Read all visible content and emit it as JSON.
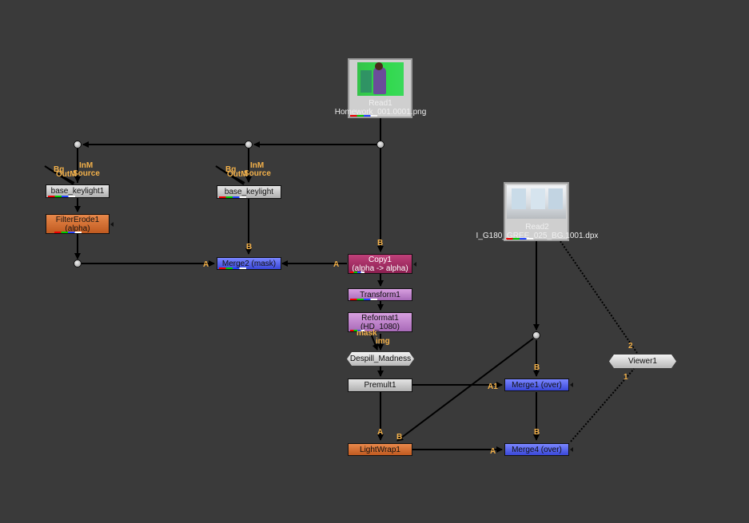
{
  "nodes": {
    "read1": {
      "label": "Read1",
      "file": "Homework_001.0001.png"
    },
    "read2": {
      "label": "Read2",
      "file": "I_G180_GREE_025_BG.1001.dpx"
    },
    "base_keylight1": {
      "label": "base_keylight1"
    },
    "base_keylight": {
      "label": "base_keylight"
    },
    "filter_erode1": {
      "label": "FilterErode1",
      "sub": "(alpha)"
    },
    "merge2": {
      "label": "Merge2 (mask)"
    },
    "copy1": {
      "label": "Copy1",
      "sub": "(alpha -> alpha)"
    },
    "transform1": {
      "label": "Transform1"
    },
    "reformat1": {
      "label": "Reformat1",
      "sub": "(HD_1080)"
    },
    "despill": {
      "label": "Despill_Madness"
    },
    "premult1": {
      "label": "Premult1"
    },
    "lightwrap1": {
      "label": "LightWrap1"
    },
    "merge1": {
      "label": "Merge1 (over)"
    },
    "merge4": {
      "label": "Merge4 (over)"
    },
    "viewer1": {
      "label": "Viewer1"
    }
  },
  "inputs": {
    "kl1_bg": "Bg",
    "kl1_outm": "OutM",
    "kl1_inm": "InM",
    "kl1_source": "Source",
    "kl2_bg": "Bg",
    "kl2_outm": "OutM",
    "kl2_inm": "InM",
    "kl2_source": "Source",
    "merge2_b": "B",
    "merge2_a_left": "A",
    "merge2_a_right": "A",
    "copy1_b": "B",
    "despill_mask": "mask",
    "despill_img": "img",
    "merge1_b": "B",
    "merge1_a1": "A1",
    "lightwrap_a": "A",
    "lightwrap_b": "B",
    "merge4_b": "B",
    "merge4_a": "A",
    "viewer_2": "2",
    "viewer_1": "1"
  },
  "colors": {
    "background": "#3a3a3a",
    "input_label": "#f3b14a"
  }
}
